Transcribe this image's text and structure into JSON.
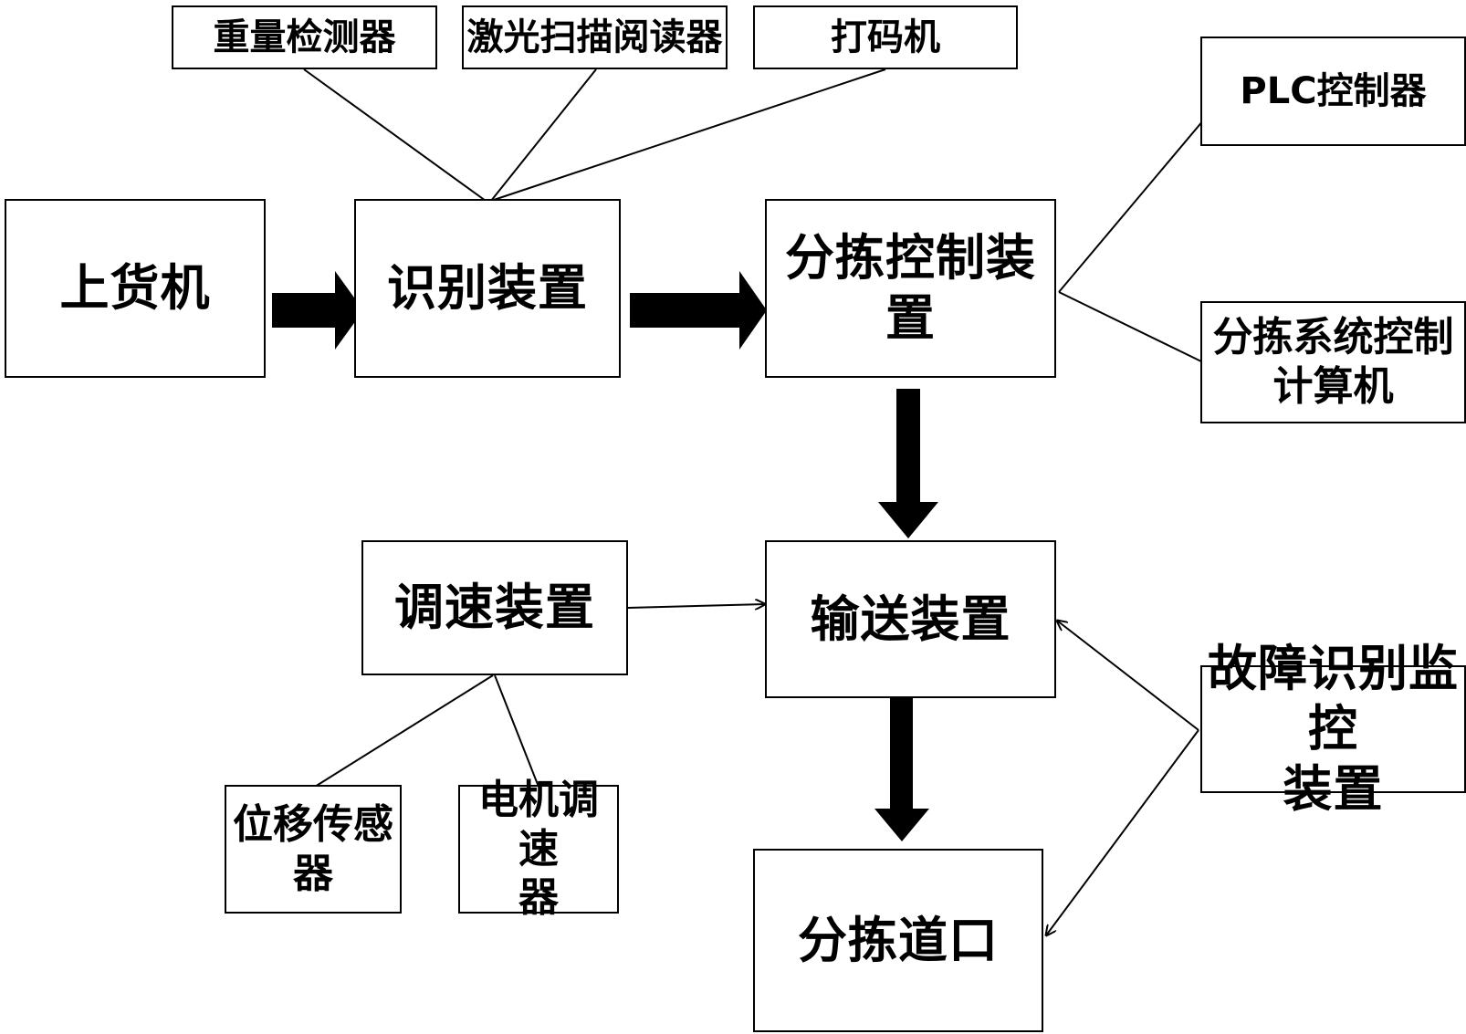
{
  "nodes": {
    "loader": "上货机",
    "identify": "识别装置",
    "sort_control": "分拣控制装置",
    "weight_detector": "重量检测器",
    "laser_reader": "激光扫描阅读器",
    "printer": "打码机",
    "plc": "PLC控制器",
    "sort_computer": "分拣系统控制计算机",
    "speed_device": "调速装置",
    "conveyor": "输送装置",
    "fault_monitor": "故障识别监控装置",
    "displacement_sensor": "位移传感器",
    "motor_speed": "电机调速器",
    "sort_chute": "分拣道口"
  },
  "colors": {
    "line": "#000000",
    "background": "#ffffff"
  }
}
